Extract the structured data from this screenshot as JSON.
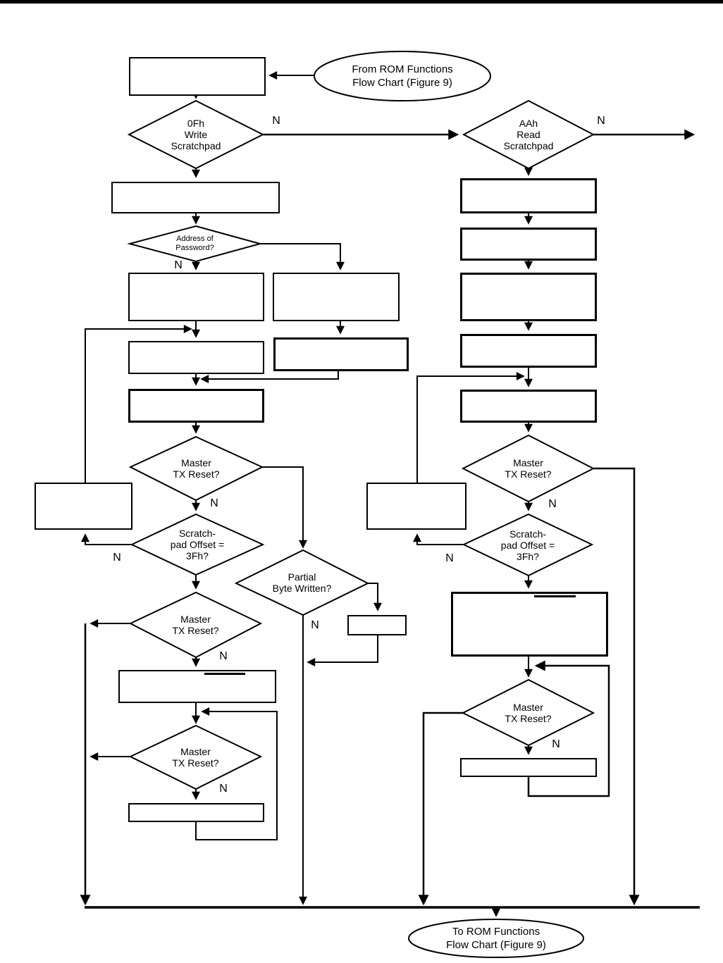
{
  "figure": {
    "from_terminator": "From ROM Functions\nFlow Chart (Figure 9)",
    "to_terminator": "To ROM Functions\nFlow Chart (Figure 9)",
    "branch_label_no": "N",
    "decision_write_scratchpad": "0Fh\nWrite\nScratchpad",
    "decision_read_scratchpad": "AAh\nRead\nScratchpad",
    "decision_address_of_password": "Address of\nPassword?",
    "decision_master_tx_reset": "Master\nTX Reset?",
    "decision_scratchpad_offset": "Scratch-\npad Offset =\n3Fh?",
    "decision_partial_byte_written": "Partial\nByte Written?",
    "line_color": "#000000"
  }
}
